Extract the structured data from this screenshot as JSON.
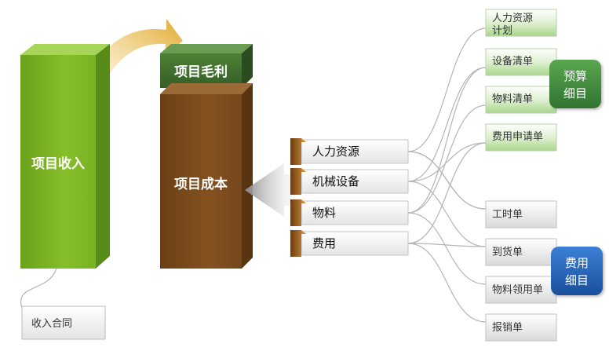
{
  "blocks": {
    "revenue": "项目收入",
    "gross_margin": "项目毛利",
    "cost": "项目成本"
  },
  "contract": "收入合同",
  "cost_items": [
    "人力资源",
    "机械设备",
    "物料",
    "费用"
  ],
  "budget_docs": [
    [
      "人力资源",
      "计划"
    ],
    [
      "设备清单"
    ],
    [
      "物料清单"
    ],
    [
      "费用申请单"
    ]
  ],
  "expense_docs": [
    "工时单",
    "到货单",
    "物料领用单",
    "报销单"
  ],
  "badges": {
    "budget": [
      "预算",
      "细目"
    ],
    "expense": [
      "费用",
      "细目"
    ]
  },
  "colors": {
    "revenue_green": "#7fb822",
    "margin_green": "#3e6b2c",
    "cost_brown": "#7a4a1c",
    "doc_green": "#c3e3ad",
    "budget_badge": "#3f8a42",
    "expense_badge": "#1f5fb5"
  }
}
